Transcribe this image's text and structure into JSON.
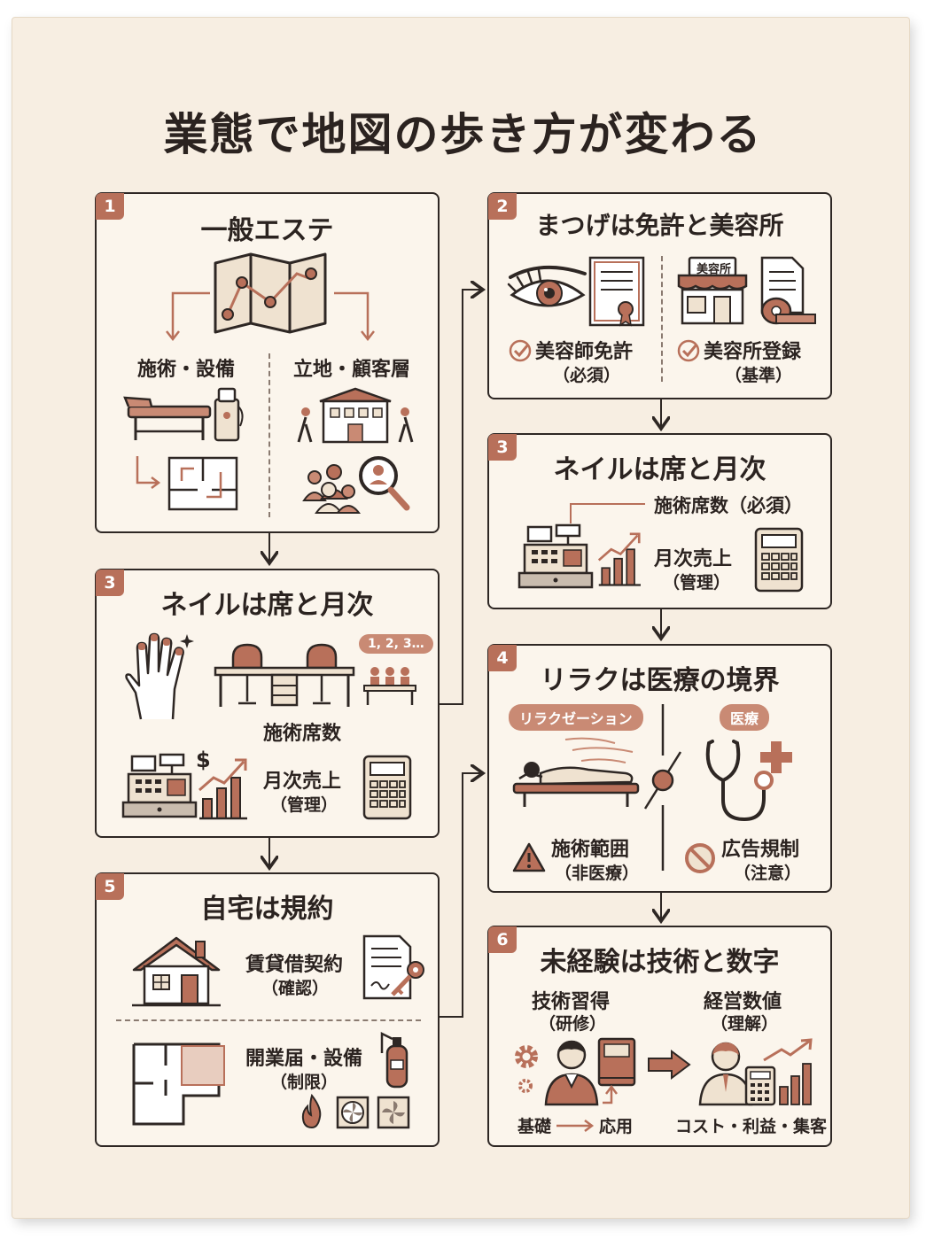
{
  "title": "業態で地図の歩き方が変わる",
  "colors": {
    "accent": "#b8705a",
    "ink": "#2e2724",
    "paper": "#f7eee2"
  },
  "cards": {
    "esthe": {
      "number": "1",
      "title": "一般エステ",
      "left_label": "施術・設備",
      "right_label": "立地・顧客層"
    },
    "eyelash": {
      "number": "2",
      "title": "まつげは免許と美容所",
      "shop_sign": "美容所",
      "license_label": "美容師免許",
      "license_sub": "（必須）",
      "register_label": "美容所登録",
      "register_sub": "（基準）"
    },
    "nail_left": {
      "number": "3",
      "title": "ネイルは席と月次",
      "bubble": "1, 2, 3…",
      "seats_label": "施術席数",
      "sales_label": "月次売上",
      "sales_sub": "（管理）",
      "dollar": "$"
    },
    "nail_right": {
      "number": "3",
      "title": "ネイルは席と月次",
      "seats_label": "施術席数（必須）",
      "sales_label": "月次売上",
      "sales_sub": "（管理）"
    },
    "relax": {
      "number": "4",
      "title": "リラクは医療の境界",
      "pill_left": "リラクゼーション",
      "pill_right": "医療",
      "scope_label": "施術範囲",
      "scope_sub": "（非医療）",
      "ad_label": "広告規制",
      "ad_sub": "（注意）"
    },
    "home": {
      "number": "5",
      "title": "自宅は規約",
      "lease_label": "賃貸借契約",
      "lease_sub": "（確認）",
      "open_label": "開業届・設備",
      "open_sub": "（制限）"
    },
    "novice": {
      "number": "6",
      "title": "未経験は技術と数字",
      "skill_label": "技術習得",
      "skill_sub": "（研修）",
      "mgmt_label": "経営数値",
      "mgmt_sub": "（理解）",
      "basic": "基礎",
      "applied": "応用",
      "cost_label": "コスト・利益・集客"
    }
  }
}
